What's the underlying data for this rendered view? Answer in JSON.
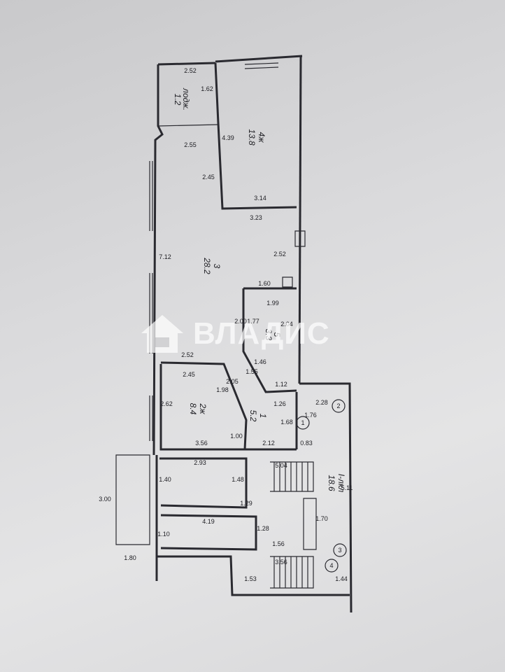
{
  "watermark": {
    "text": "ВЛАДИС",
    "icon": "house-logo-icon"
  },
  "rooms": [
    {
      "id": "loggia",
      "name": "лодж.",
      "area": "1.2"
    },
    {
      "id": "room4",
      "name": "4ж",
      "area": "13.8"
    },
    {
      "id": "room3",
      "name": "3",
      "area": "28.2"
    },
    {
      "id": "room5",
      "name": "5",
      "area": "3.3"
    },
    {
      "id": "room2",
      "name": "2ж",
      "area": "8.4"
    },
    {
      "id": "room1",
      "name": "1",
      "area": "5.2"
    },
    {
      "id": "stair",
      "name": "I-лкл",
      "area": "18.6"
    }
  ],
  "markers": [
    "1",
    "2",
    "3",
    "4"
  ],
  "dimensions": [
    "2.52",
    "1.62",
    "2.55",
    "4.39",
    "2.45",
    "3.14",
    "3.23",
    "2.52",
    "7.12",
    "1.60",
    "1.99",
    "2.00",
    "1.77",
    "2.04",
    "1.46",
    "1.55",
    "2.52",
    "2.45",
    "2.05",
    "1.98",
    "1.12",
    "2.62",
    "1.26",
    "1.68",
    "1.76",
    "2.28",
    "3.56",
    "1.00",
    "2.12",
    "0.83",
    "2.93",
    "5.04",
    "1.40",
    "1.48",
    "3.00",
    "1.29",
    "5.11",
    "4.19",
    "1.70",
    "1.10",
    "1.28",
    "1.56",
    "1.80",
    "3.56",
    "1.53",
    "1.44"
  ]
}
